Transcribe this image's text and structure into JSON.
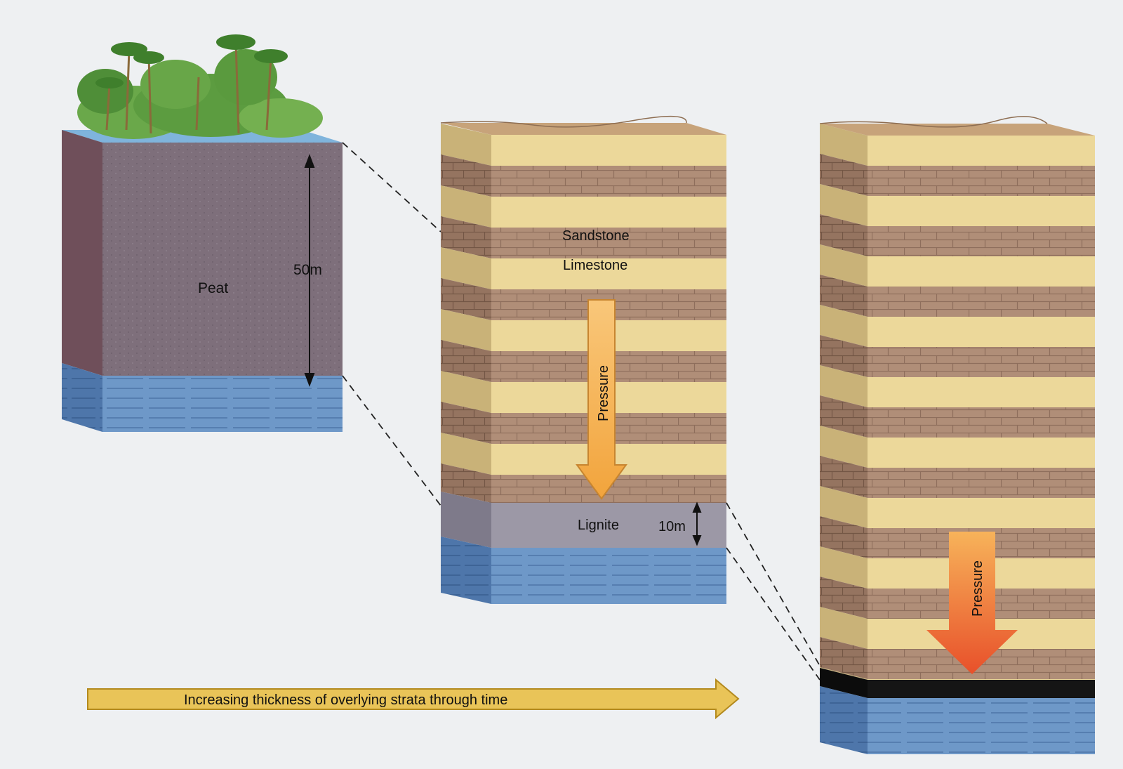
{
  "labels": {
    "peat": "Peat",
    "thickness_peat": "50m",
    "sandstone": "Sandstone",
    "limestone": "Limestone",
    "pressure_middle": "Pressure",
    "lignite": "Lignite",
    "thickness_lignite": "10m",
    "pressure_right": "Pressure",
    "time_arrow": "Increasing thickness of overlying strata through time"
  },
  "colors": {
    "sandstone": "#ecd89a",
    "limestone": "#b09078",
    "peat": "#7d6f7a",
    "lignite": "#9c98a6",
    "water": "#6e98c8",
    "coal": "#151515",
    "pressure_arrow": "#f0a040",
    "time_arrow": "#e9c458"
  }
}
